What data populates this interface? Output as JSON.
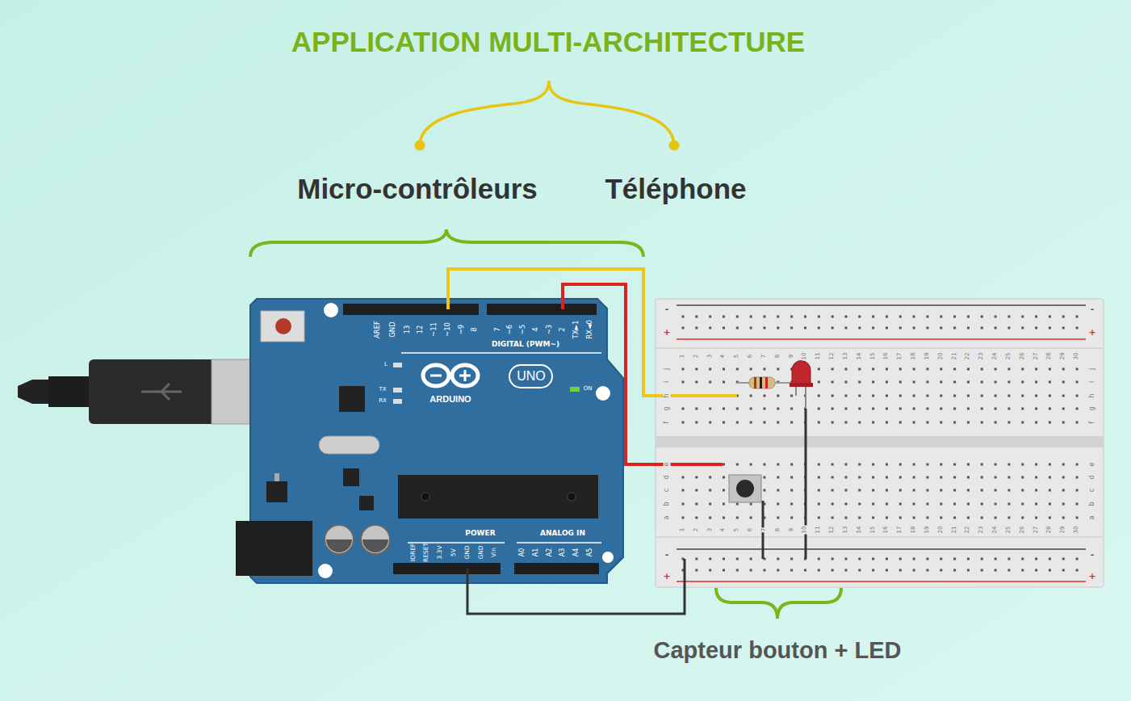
{
  "diagram": {
    "title": "APPLICATION MULTI-ARCHITECTURE",
    "labels": [
      "Micro-contrôleurs",
      "Téléphone",
      "Capteur bouton + LED",
      "AREF",
      "GND",
      "13",
      "12",
      "~11",
      "~10",
      "~9",
      "8",
      "7",
      "~6",
      "~5",
      "4",
      "~3",
      "2",
      "TX►1",
      "RX◄0",
      "DIGITAL (PWM~)",
      "L",
      "TX",
      "RX",
      "ARDUINO",
      "UNO",
      "ON",
      "IOREF",
      "RESET",
      "3.3V",
      "5V",
      "GND",
      "GND",
      "Vin",
      "POWER",
      "ANALOG IN",
      "A0",
      "A1",
      "A2",
      "A3",
      "A4",
      "A5",
      "1",
      "2",
      "3",
      "4",
      "5",
      "6",
      "7",
      "8",
      "9",
      "10",
      "11",
      "12",
      "13",
      "14",
      "15",
      "16",
      "17",
      "18",
      "19",
      "20",
      "21",
      "22",
      "23",
      "24",
      "25",
      "26",
      "27",
      "28",
      "29",
      "30",
      "1",
      "2",
      "3",
      "4",
      "5",
      "6",
      "7",
      "8",
      "9",
      "10",
      "11",
      "12",
      "13",
      "14",
      "15",
      "16",
      "17",
      "18",
      "19",
      "20",
      "21",
      "22",
      "23",
      "24",
      "25",
      "26",
      "27",
      "28",
      "29",
      "30",
      "j",
      "i",
      "h",
      "g",
      "f",
      "j",
      "i",
      "h",
      "g",
      "f",
      "e",
      "d",
      "c",
      "b",
      "a",
      "e",
      "d",
      "c",
      "b",
      "a",
      "-",
      "+",
      "-",
      "+",
      "-",
      "+",
      "-",
      "+"
    ]
  }
}
